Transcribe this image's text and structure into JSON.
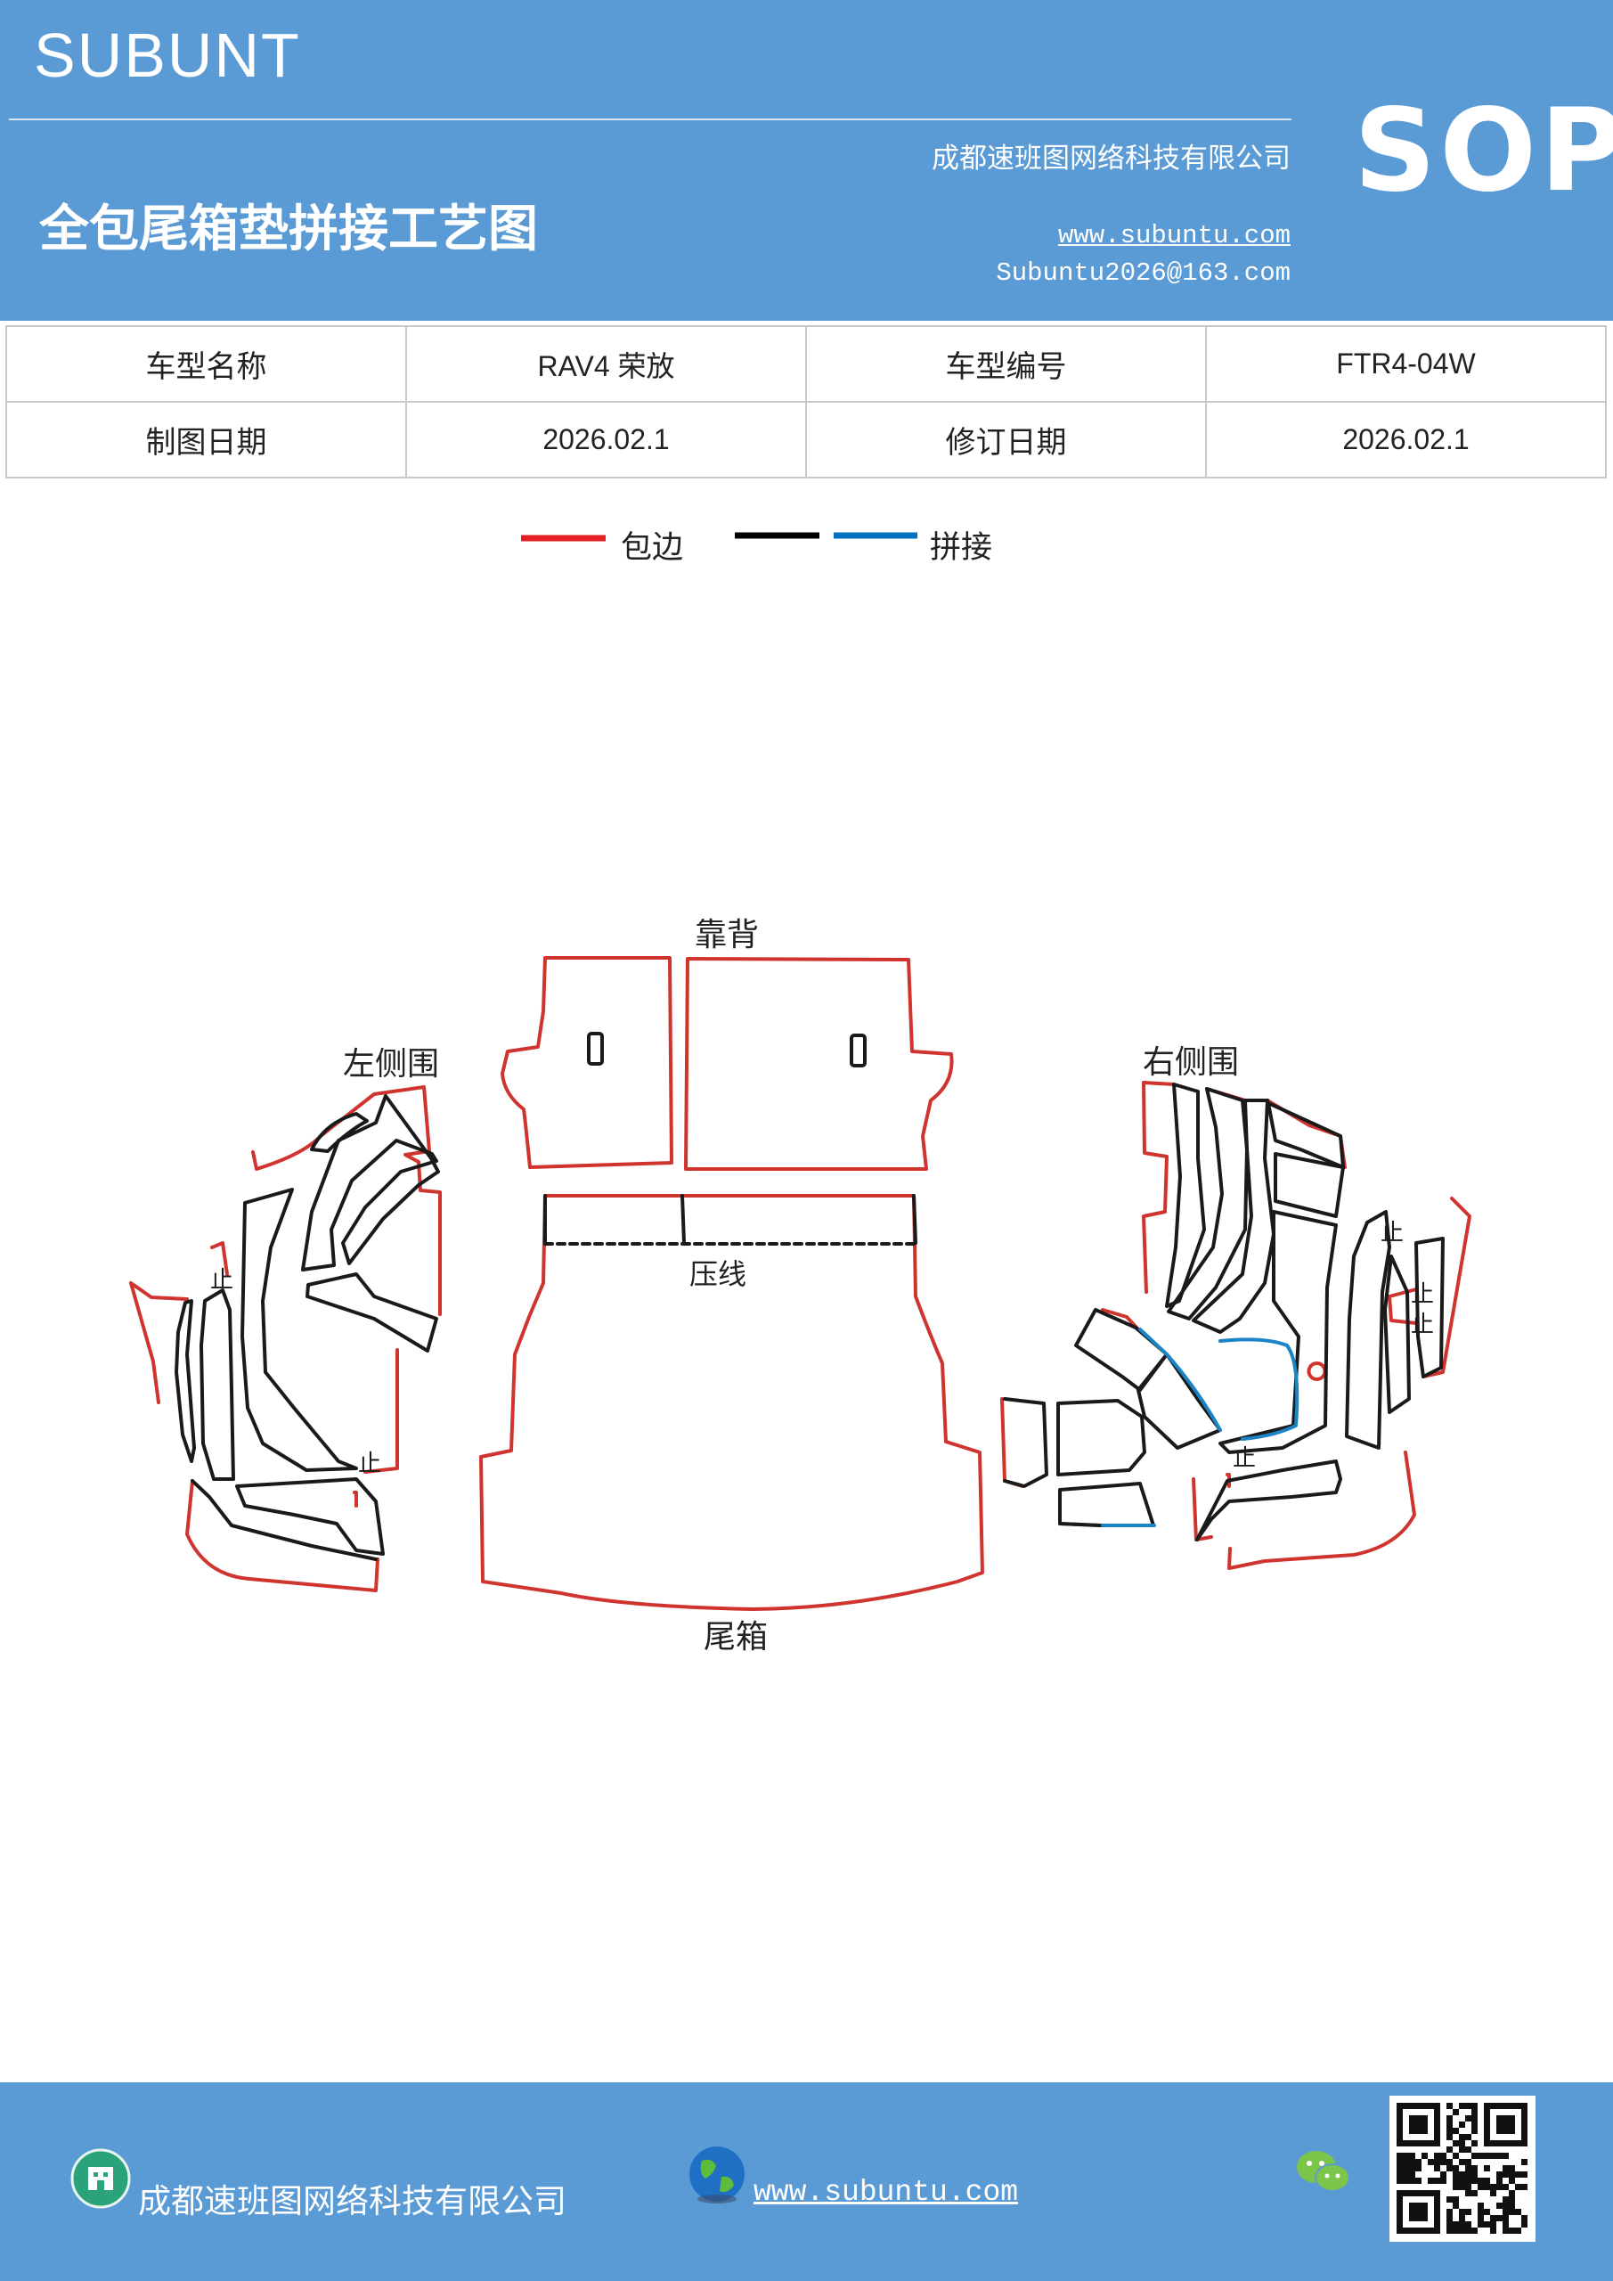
{
  "header": {
    "brand": "SUBUNT",
    "sop_label": "SOP",
    "doc_title": "全包尾箱垫拼接工艺图",
    "company": "成都速班图网络科技有限公司",
    "website": "www.subuntu.com",
    "email": "Subuntu2026@163.com"
  },
  "info_table": {
    "rows": [
      [
        "车型名称",
        "RAV4 荣放",
        "车型编号",
        "FTR4-04W"
      ],
      [
        "制图日期",
        "2026.02.1",
        "修订日期",
        "2026.02.1"
      ]
    ]
  },
  "legend": {
    "items": [
      {
        "label": "包边",
        "color": "#e31e24"
      },
      {
        "label": "",
        "color": "#000000"
      },
      {
        "label": "拼接",
        "color": "#0070c0"
      }
    ]
  },
  "diagram": {
    "labels": {
      "backrest": "靠背",
      "left_side": "左侧围",
      "right_side": "右侧围",
      "press_line": "压线",
      "trunk": "尾箱"
    },
    "stop_mark": "止",
    "colors": {
      "edge": "#d0342f",
      "seam": "#1a1a1a",
      "splice": "#1a84c7"
    }
  },
  "footer": {
    "company": "成都速班图网络科技有限公司",
    "website": "www.subuntu.com"
  }
}
